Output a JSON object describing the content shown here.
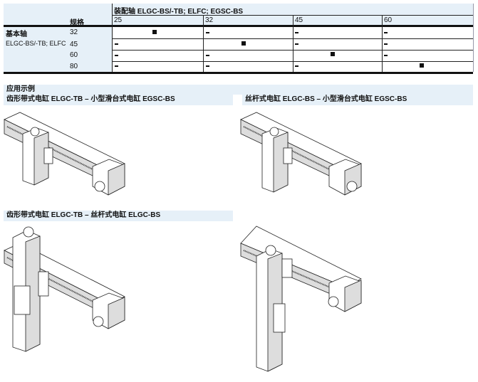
{
  "table": {
    "mount_axis_header": "装配轴 ELGC-BS/-TB; ELFC; EGSC-BS",
    "size_label": "规格",
    "base_axis_label": "基本轴",
    "base_axis_models": "ELGC-BS/-TB; ELFC",
    "columns": [
      "25",
      "32",
      "45",
      "60"
    ],
    "rows": [
      {
        "size": "32",
        "cells": [
          "■",
          "–",
          "–",
          "–"
        ]
      },
      {
        "size": "45",
        "cells": [
          "–",
          "■",
          "–",
          "–"
        ]
      },
      {
        "size": "60",
        "cells": [
          "–",
          "–",
          "■",
          "–"
        ]
      },
      {
        "size": "80",
        "cells": [
          "–",
          "–",
          "–",
          "■"
        ]
      }
    ]
  },
  "examples": {
    "heading": "应用示例",
    "items": [
      {
        "title": "齿形带式电缸 ELGC-TB – 小型滑台式电缸 EGSC-BS"
      },
      {
        "title": "丝杆式电缸 ELGC-BS – 小型滑台式电缸 EGSC-BS"
      },
      {
        "title": "齿形带式电缸 ELGC-TB – 丝杆式电缸 ELGC-BS"
      }
    ]
  }
}
